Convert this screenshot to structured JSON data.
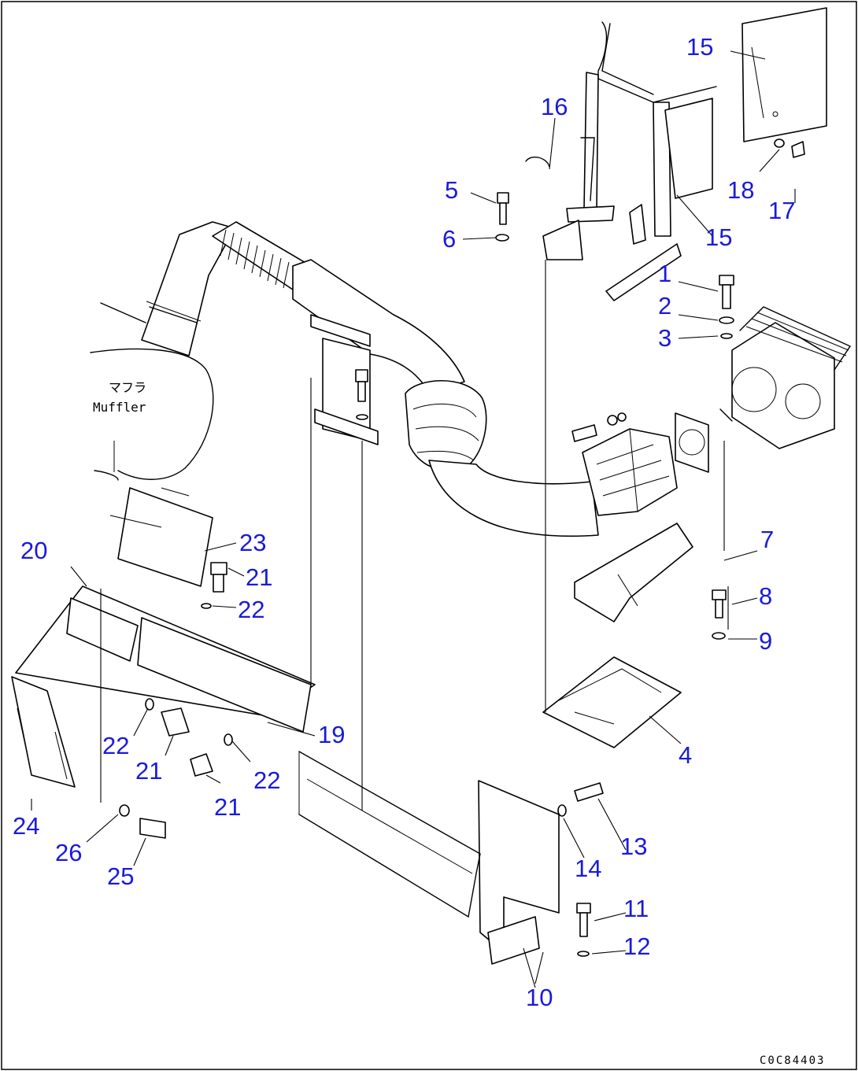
{
  "drawing": {
    "muffler_label_jp": "マフラ",
    "muffler_label_en": "Muffler",
    "drawing_code": "C0C84403"
  },
  "callouts": [
    {
      "id": "c1",
      "text": "1"
    },
    {
      "id": "c2",
      "text": "2"
    },
    {
      "id": "c3",
      "text": "3"
    },
    {
      "id": "c4",
      "text": "4"
    },
    {
      "id": "c5",
      "text": "5"
    },
    {
      "id": "c6",
      "text": "6"
    },
    {
      "id": "c7",
      "text": "7"
    },
    {
      "id": "c8",
      "text": "8"
    },
    {
      "id": "c9",
      "text": "9"
    },
    {
      "id": "c10",
      "text": "10"
    },
    {
      "id": "c11",
      "text": "11"
    },
    {
      "id": "c12",
      "text": "12"
    },
    {
      "id": "c13",
      "text": "13"
    },
    {
      "id": "c14",
      "text": "14"
    },
    {
      "id": "c15a",
      "text": "15"
    },
    {
      "id": "c15b",
      "text": "15"
    },
    {
      "id": "c16",
      "text": "16"
    },
    {
      "id": "c17",
      "text": "17"
    },
    {
      "id": "c18",
      "text": "18"
    },
    {
      "id": "c19",
      "text": "19"
    },
    {
      "id": "c20",
      "text": "20"
    },
    {
      "id": "c21a",
      "text": "21"
    },
    {
      "id": "c21b",
      "text": "21"
    },
    {
      "id": "c21c",
      "text": "21"
    },
    {
      "id": "c22a",
      "text": "22"
    },
    {
      "id": "c22b",
      "text": "22"
    },
    {
      "id": "c22c",
      "text": "22"
    },
    {
      "id": "c23",
      "text": "23"
    },
    {
      "id": "c24",
      "text": "24"
    },
    {
      "id": "c25",
      "text": "25"
    },
    {
      "id": "c26",
      "text": "26"
    }
  ],
  "colors": {
    "callout": "#1a1adc",
    "line": "#000000",
    "background": "#ffffff"
  }
}
